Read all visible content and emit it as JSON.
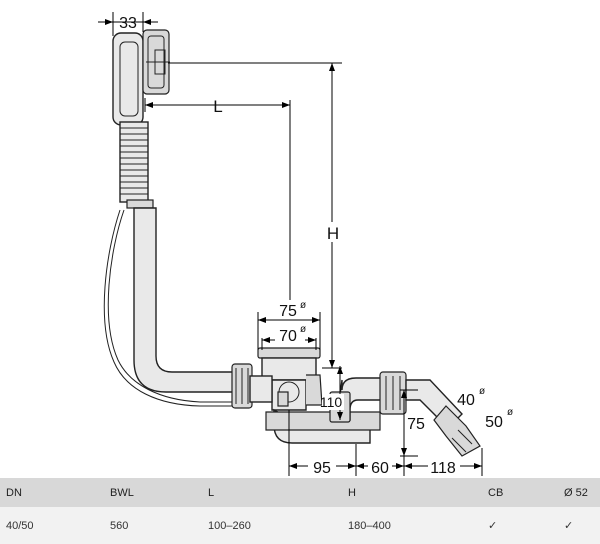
{
  "diagram": {
    "dim_33": "33",
    "dim_L": "L",
    "dim_H": "H",
    "dim_75_dia": "75",
    "dim_70_dia": "70",
    "dia_symbol": "ø",
    "dim_110": "110",
    "dim_75_height": "75",
    "dim_40_dia": "40",
    "dim_50_dia": "50",
    "dim_95": "95",
    "dim_60": "60",
    "dim_118": "118"
  },
  "table": {
    "headers": [
      "DN",
      "BWL",
      "L",
      "H",
      "CB",
      "Ø 52"
    ],
    "row": [
      "40/50",
      "560",
      "100–260",
      "180–400",
      "✓",
      "✓"
    ]
  }
}
